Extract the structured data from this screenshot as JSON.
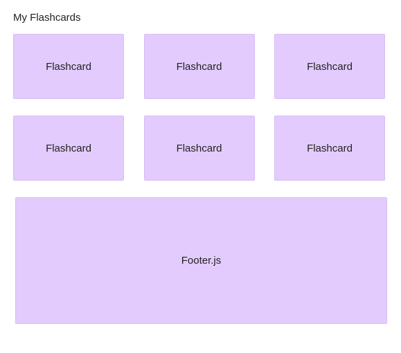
{
  "header": {
    "title": "My Flashcards"
  },
  "flashcards": [
    {
      "label": "Flashcard"
    },
    {
      "label": "Flashcard"
    },
    {
      "label": "Flashcard"
    },
    {
      "label": "Flashcard"
    },
    {
      "label": "Flashcard"
    },
    {
      "label": "Flashcard"
    }
  ],
  "footer": {
    "label": "Footer.js"
  },
  "colors": {
    "card_background": "#e3cbfd",
    "card_border": "#d6bdf5",
    "text": "#222222"
  }
}
